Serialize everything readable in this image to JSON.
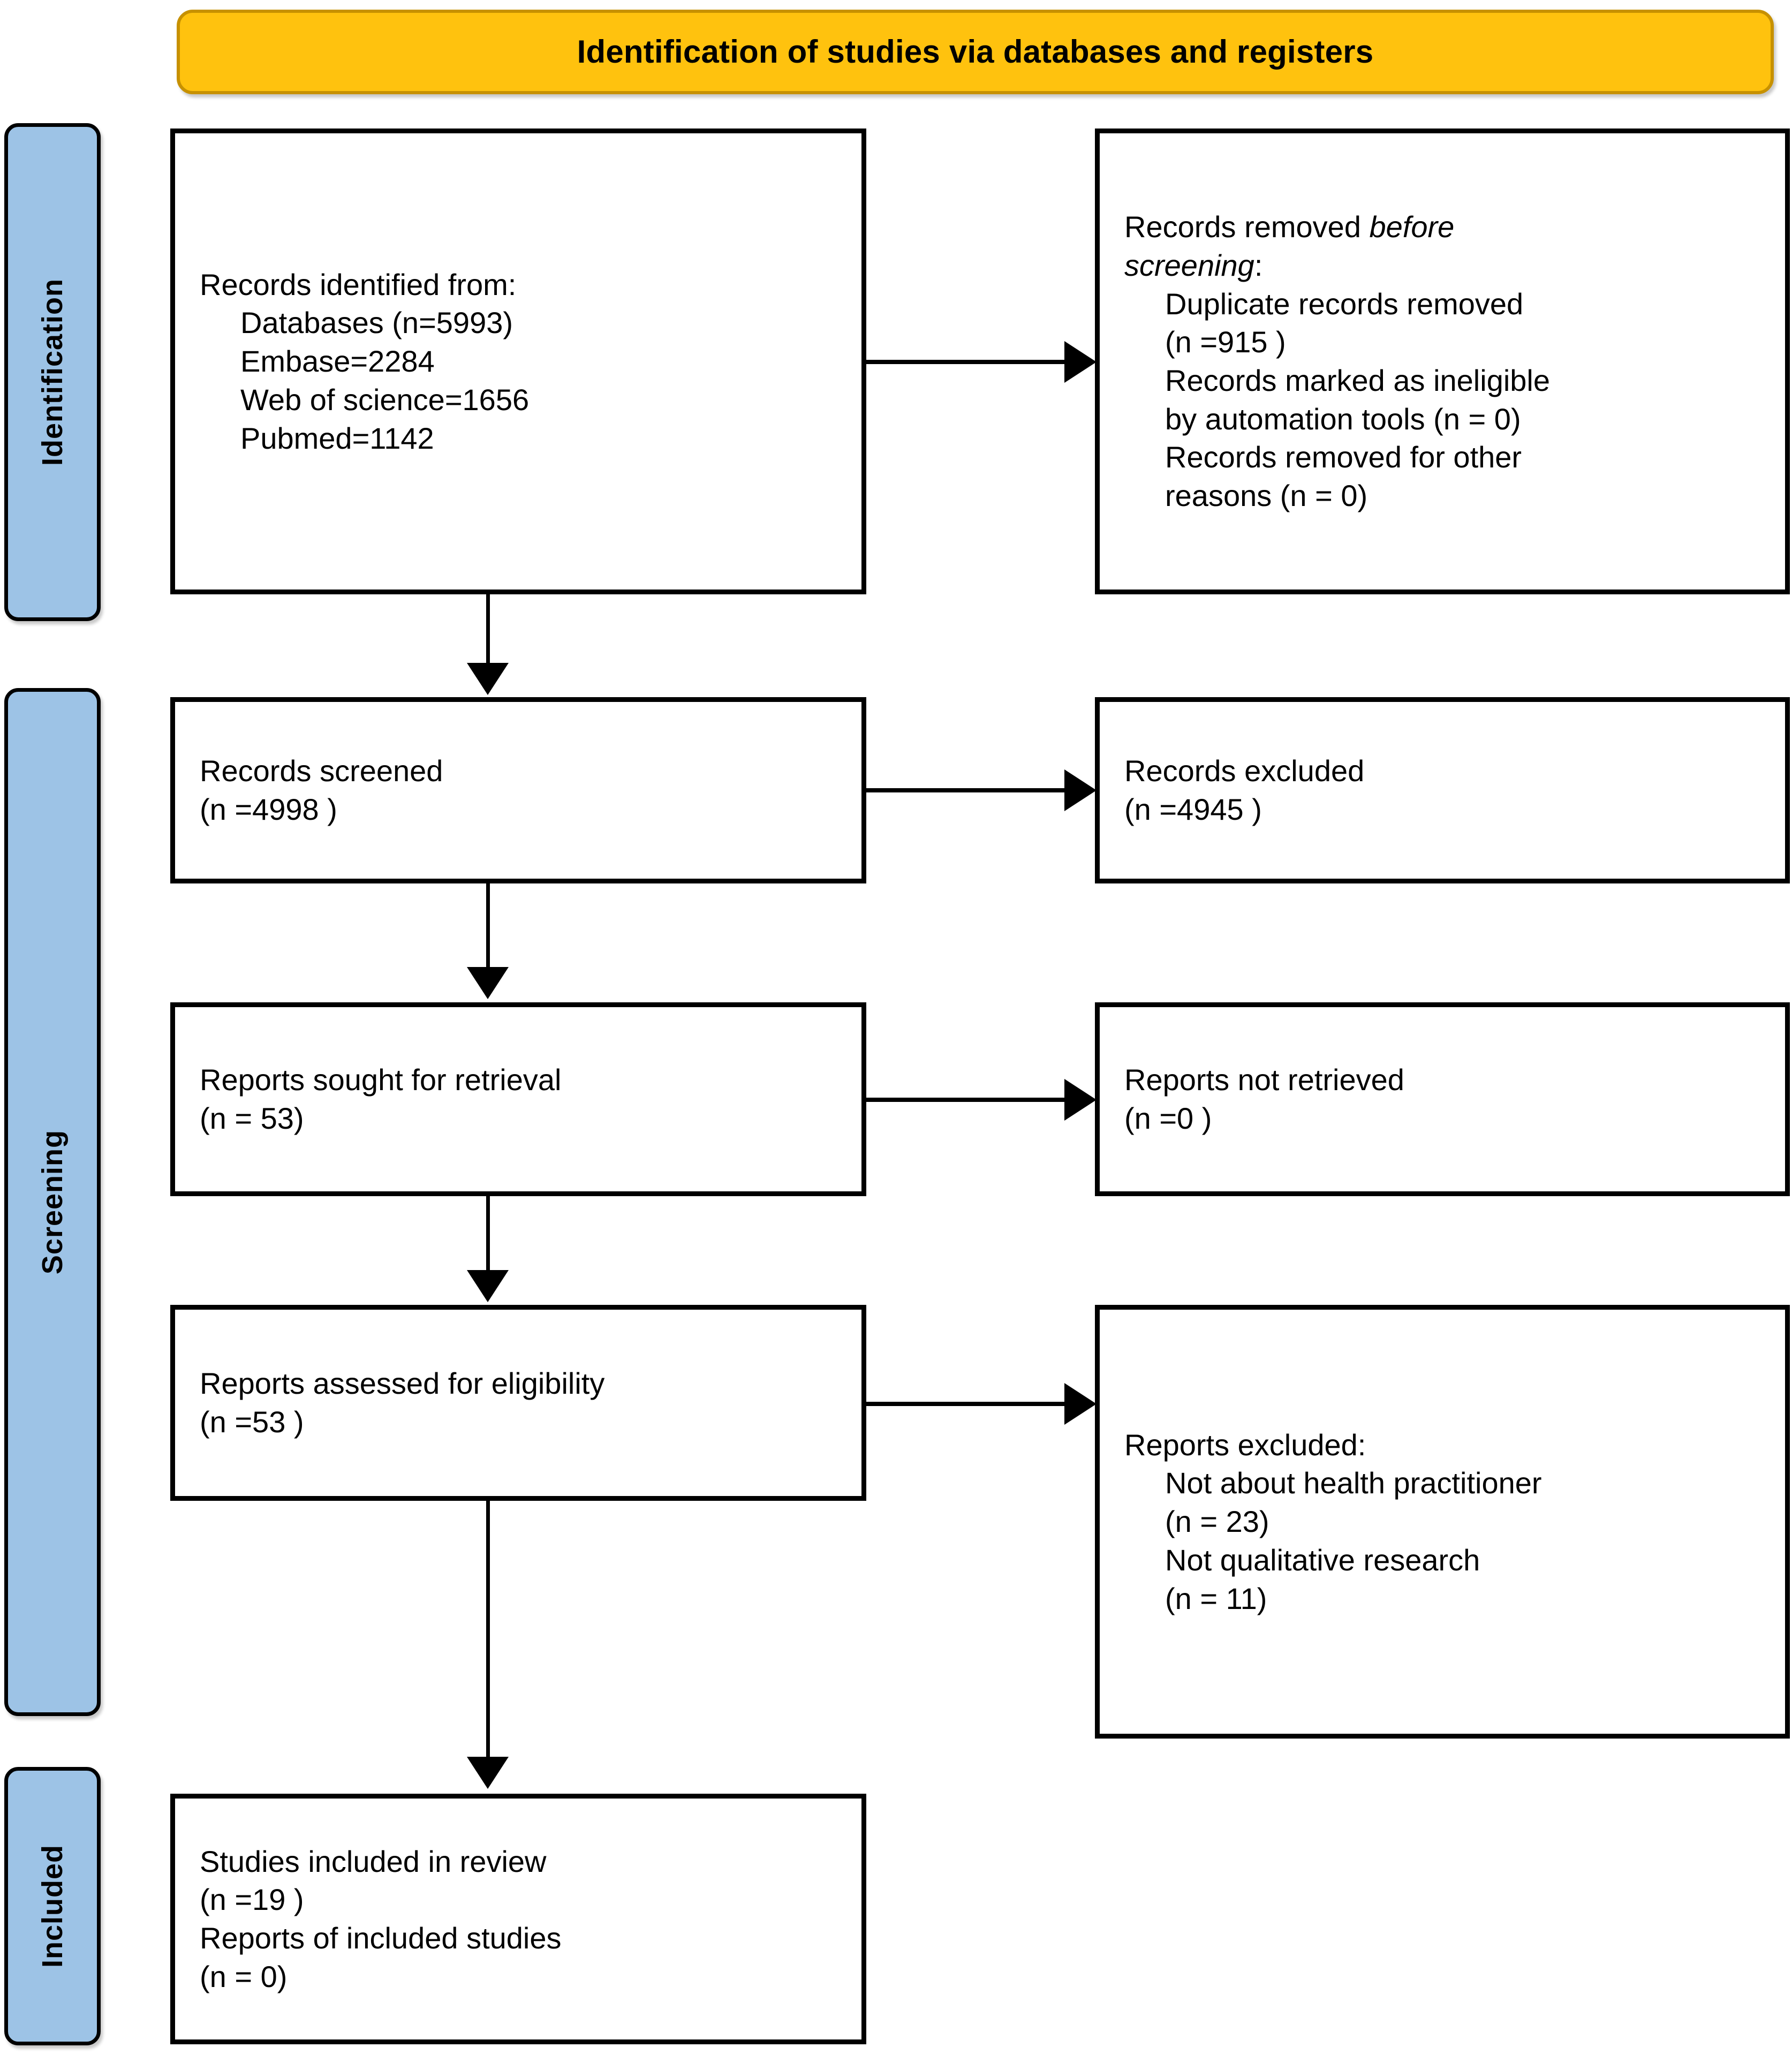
{
  "diagram": {
    "title": "Identification of studies via databases and registers",
    "type": "PRISMA flow diagram",
    "colors": {
      "banner_fill": "#FFC20E",
      "banner_border": "#C79100",
      "stage_tab_fill": "#9DC3E6",
      "box_border": "#000000",
      "box_fill": "#FFFFFF",
      "text": "#000000"
    }
  },
  "stages": [
    {
      "id": "identification",
      "label": "Identification"
    },
    {
      "id": "screening",
      "label": "Screening"
    },
    {
      "id": "included",
      "label": "Included"
    }
  ],
  "boxes": {
    "identified": {
      "lines": [
        {
          "text": "Records identified from:",
          "indent": false
        },
        {
          "text": "Databases (n=5993)",
          "indent": true
        },
        {
          "text": "Embase=2284",
          "indent": true
        },
        {
          "text": "Web of science=1656",
          "indent": true
        },
        {
          "text": "Pubmed=1142",
          "indent": true
        }
      ]
    },
    "removed_before_screening": {
      "lines": [
        {
          "text": "Records removed before",
          "indent": false,
          "italic_part": "before"
        },
        {
          "text": "screening:",
          "indent": false,
          "italic_part": "screening"
        },
        {
          "text": "Duplicate records removed",
          "indent": true
        },
        {
          "text": "(n =915 )",
          "indent": true
        },
        {
          "text": "Records marked as ineligible",
          "indent": true
        },
        {
          "text": "by automation tools (n = 0)",
          "indent": true
        },
        {
          "text": "Records removed for other",
          "indent": true
        },
        {
          "text": "reasons (n = 0)",
          "indent": true
        }
      ]
    },
    "records_screened": {
      "lines": [
        {
          "text": "Records screened",
          "indent": false
        },
        {
          "text": "(n =4998 )",
          "indent": false
        }
      ]
    },
    "records_excluded": {
      "lines": [
        {
          "text": "Records excluded",
          "indent": false
        },
        {
          "text": "(n =4945 )",
          "indent": false
        }
      ]
    },
    "reports_sought": {
      "lines": [
        {
          "text": "Reports sought for retrieval",
          "indent": false
        },
        {
          "text": "(n = 53)",
          "indent": false
        }
      ]
    },
    "reports_not_retrieved": {
      "lines": [
        {
          "text": "Reports not retrieved",
          "indent": false
        },
        {
          "text": "(n =0 )",
          "indent": false
        }
      ]
    },
    "reports_assessed": {
      "lines": [
        {
          "text": "Reports assessed for eligibility",
          "indent": false
        },
        {
          "text": "(n =53 )",
          "indent": false
        }
      ]
    },
    "reports_excluded": {
      "lines": [
        {
          "text": "Reports excluded:",
          "indent": false
        },
        {
          "text": "Not about health practitioner",
          "indent": true
        },
        {
          "text": "(n = 23)",
          "indent": true
        },
        {
          "text": "Not qualitative research",
          "indent": true
        },
        {
          "text": "(n = 11)",
          "indent": true
        }
      ]
    },
    "studies_included": {
      "lines": [
        {
          "text": "Studies included in review",
          "indent": false
        },
        {
          "text": "(n =19 )",
          "indent": false
        },
        {
          "text": "Reports of included studies",
          "indent": false
        },
        {
          "text": "(n = 0)",
          "indent": false
        }
      ]
    }
  },
  "chart_data": {
    "type": "diagram",
    "title": "Identification of studies via databases and registers",
    "nodes": [
      {
        "id": "identified",
        "stage": "Identification",
        "column": "left",
        "n": 5993,
        "breakdown": {
          "Embase": 2284,
          "Web of science": 1656,
          "Pubmed": 1142
        }
      },
      {
        "id": "removed_before_screening",
        "stage": "Identification",
        "column": "right",
        "duplicates_removed": 915,
        "marked_ineligible_by_automation": 0,
        "removed_other_reasons": 0
      },
      {
        "id": "records_screened",
        "stage": "Screening",
        "column": "left",
        "n": 4998
      },
      {
        "id": "records_excluded",
        "stage": "Screening",
        "column": "right",
        "n": 4945
      },
      {
        "id": "reports_sought",
        "stage": "Screening",
        "column": "left",
        "n": 53
      },
      {
        "id": "reports_not_retrieved",
        "stage": "Screening",
        "column": "right",
        "n": 0
      },
      {
        "id": "reports_assessed",
        "stage": "Screening",
        "column": "left",
        "n": 53
      },
      {
        "id": "reports_excluded",
        "stage": "Screening",
        "column": "right",
        "not_about_health_practitioner": 23,
        "not_qualitative_research": 11
      },
      {
        "id": "studies_included",
        "stage": "Included",
        "column": "left",
        "studies": 19,
        "reports_of_included_studies": 0
      }
    ],
    "edges": [
      {
        "from": "identified",
        "to": "removed_before_screening",
        "direction": "right"
      },
      {
        "from": "identified",
        "to": "records_screened",
        "direction": "down"
      },
      {
        "from": "records_screened",
        "to": "records_excluded",
        "direction": "right"
      },
      {
        "from": "records_screened",
        "to": "reports_sought",
        "direction": "down"
      },
      {
        "from": "reports_sought",
        "to": "reports_not_retrieved",
        "direction": "right"
      },
      {
        "from": "reports_sought",
        "to": "reports_assessed",
        "direction": "down"
      },
      {
        "from": "reports_assessed",
        "to": "reports_excluded",
        "direction": "right"
      },
      {
        "from": "reports_assessed",
        "to": "studies_included",
        "direction": "down"
      }
    ]
  }
}
